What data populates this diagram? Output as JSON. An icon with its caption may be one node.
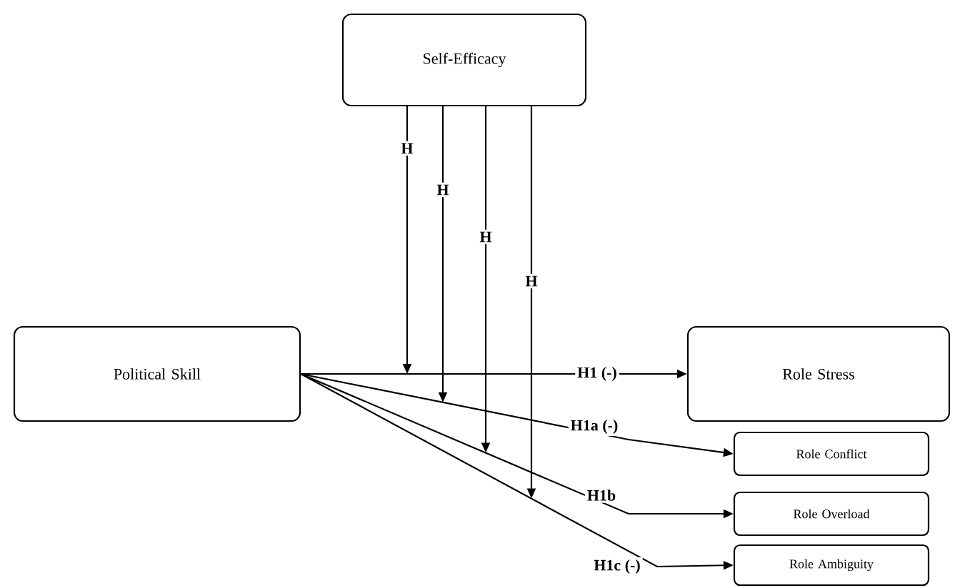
{
  "diagram": {
    "nodes": [
      {
        "text": [
          "Self-Efficacy"
        ]
      },
      {
        "text": [
          "Political Skill"
        ]
      },
      {
        "text": [
          "Role Stress"
        ]
      },
      {
        "text": [
          "Role Conflict"
        ]
      },
      {
        "text": [
          "Role Overload"
        ]
      },
      {
        "text": [
          "Role Ambiguity"
        ]
      }
    ],
    "edges": [
      {
        "from": 1,
        "to": 2,
        "arrow": "to",
        "label": "H1 (-)"
      },
      {
        "from": 1,
        "to": 3,
        "arrow": "to",
        "label": "H1a (-)"
      },
      {
        "from": 1,
        "to": 4,
        "arrow": "to",
        "label": "H1b"
      },
      {
        "from": 1,
        "to": 5,
        "arrow": "to",
        "label": "H1c (-)"
      },
      {
        "from": 0,
        "to": null,
        "arrow": "to",
        "label": "H"
      },
      {
        "from": 0,
        "to": null,
        "arrow": "to",
        "label": "H"
      },
      {
        "from": 0,
        "to": null,
        "arrow": "to",
        "label": "H"
      },
      {
        "from": 0,
        "to": null,
        "arrow": "to",
        "label": "H"
      }
    ]
  }
}
